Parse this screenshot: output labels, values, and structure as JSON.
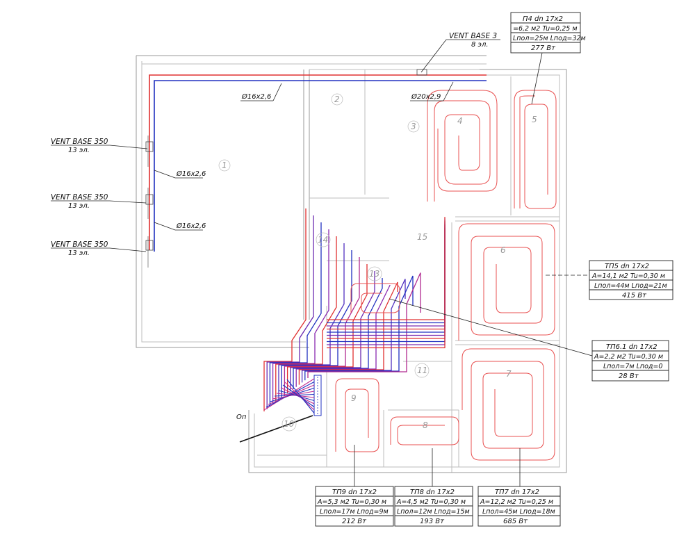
{
  "vent_units": [
    {
      "name": "VENT BASE 350",
      "count": "13 эл."
    },
    {
      "name": "VENT BASE 350",
      "count": "13 эл."
    },
    {
      "name": "VENT BASE 350",
      "count": "13 эл."
    },
    {
      "name": "VENT BASE 3",
      "count": "8 эл."
    }
  ],
  "pipe_labels": [
    "Ø16x2,6",
    "Ø16x2,6",
    "Ø16x2,6",
    "Ø20x2,9"
  ],
  "rooms": [
    "1",
    "2",
    "3",
    "4",
    "5",
    "6",
    "7",
    "8",
    "9",
    "10",
    "11",
    "13",
    "14",
    "15"
  ],
  "collector_label": "Оп",
  "loops": [
    {
      "title": "П4 dn 17x2",
      "area": "=6,2 м2 Tu=0,25 м",
      "lengths": "Lпол=25м Lпод=32м",
      "power": "277 Вт"
    },
    {
      "title": "ТП5 dn 17x2",
      "area": "A=14,1 м2 Tu=0,30 м",
      "lengths": "Lпол=44м Lпод=21м",
      "power": "415 Вт"
    },
    {
      "title": "ТП6.1 dn 17x2",
      "area": "A=2,2 м2 Tu=0,30 м",
      "lengths": "Lпол=7м Lпод=0",
      "power": "28 Вт"
    },
    {
      "title": "ТП9 dn 17x2",
      "area": "A=5,3 м2 Tu=0,30 м",
      "lengths": "Lпол=17м Lпод=9м",
      "power": "212 Вт"
    },
    {
      "title": "ТП8 dn 17x2",
      "area": "A=4,5 м2 Tu=0,30 м",
      "lengths": "Lпол=12м Lпод=15м",
      "power": "193 Вт"
    },
    {
      "title": "ТП7 dn 17x2",
      "area": "A=12,2 м2 Tu=0,25 м",
      "lengths": "Lпол=45м Lпод=18м",
      "power": "685 Вт"
    }
  ]
}
